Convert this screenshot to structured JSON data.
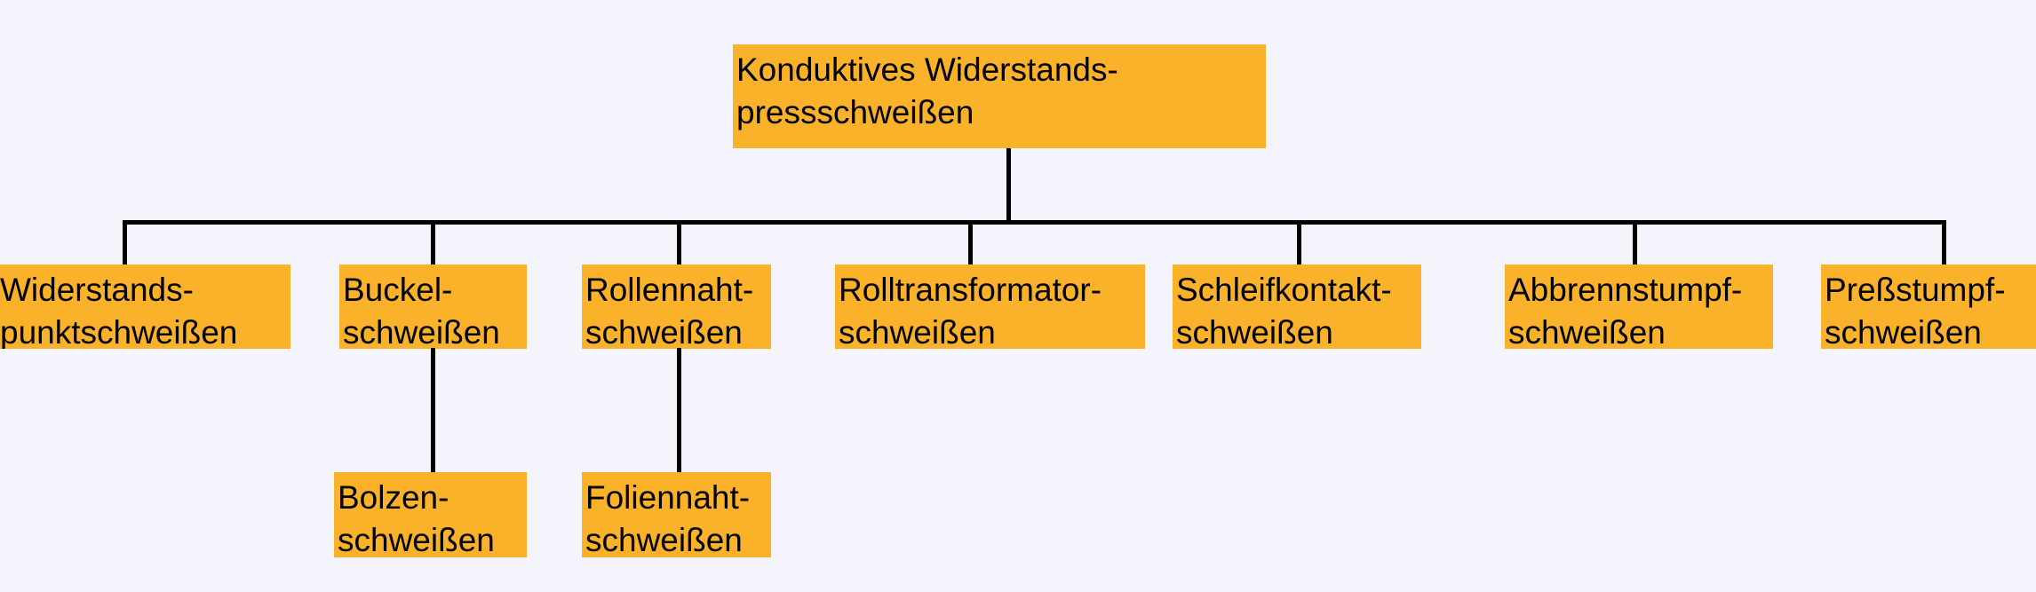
{
  "diagram": {
    "title": "Konduktives Widerstandspressschweissen Verfahrensuebersicht",
    "colors": {
      "node_fill": "#fbb22b",
      "node_text": "#000000",
      "background": "#f4f4fc",
      "edge": "#000000"
    },
    "root": {
      "label": "Konduktives Widerstands-\npressschweißen"
    },
    "children": [
      {
        "label": "Widerstands-\npunktschweißen"
      },
      {
        "label": "Buckel-\nschweißen"
      },
      {
        "label": "Rollennaht-\nschweißen"
      },
      {
        "label": "Rolltransformator-\nschweißen"
      },
      {
        "label": "Schleifkontakt-\nschweißen"
      },
      {
        "label": "Abbrennstumpf-\nschweißen"
      },
      {
        "label": "Preßstumpf-\nschweißen"
      }
    ],
    "grandchildren": [
      {
        "label": "Bolzen-\nschweißen",
        "parent": "Buckel-\nschweißen"
      },
      {
        "label": "Foliennaht-\nschweißen",
        "parent": "Rollennaht-\nschweißen"
      }
    ]
  }
}
